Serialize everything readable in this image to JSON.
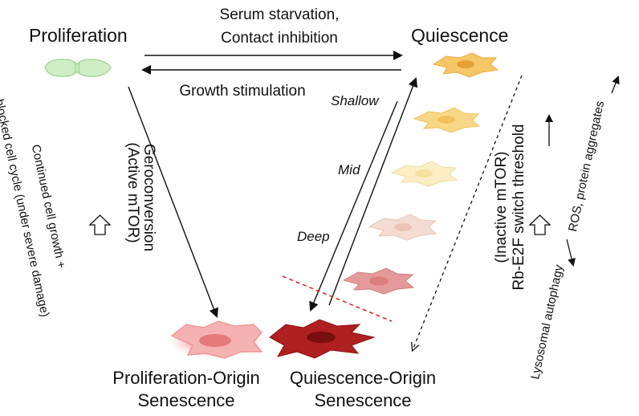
{
  "labels": {
    "proliferation": "Proliferation",
    "quiescence": "Quiescence",
    "serum_line1": "Serum starvation,",
    "serum_line2": "Contact inhibition",
    "growth": "Growth stimulation",
    "shallow": "Shallow",
    "mid": "Mid",
    "deep": "Deep",
    "active_mtor": "(Active mTOR)",
    "geroconversion": "Geroconversion",
    "continued_line1": "Continued cell growth +",
    "continued_line2": "blocked cell cycle (under severe damage)",
    "inactive_mtor": "(Inactive mTOR)",
    "rb_e2f": "Rb-E2F switch threshold",
    "lysosomal": "Lysosomal autophagy",
    "ros": "ROS, protein aggregates",
    "prolif_origin_line1": "Proliferation-Origin",
    "prolif_origin_line2": "Senescence",
    "quies_origin_line1": "Quiescence-Origin",
    "quies_origin_line2": "Senescence"
  },
  "colors": {
    "proliferating_cell": "#cfeec5",
    "quiescent_shallow": "#f5c766",
    "quiescent_mid1": "#f8d888",
    "quiescent_mid2": "#fbeec4",
    "quiescent_deep1": "#f4dcd2",
    "quiescent_deep2": "#e49a9a",
    "prolif_senescent": "#f3a9a9",
    "quies_senescent": "#b02020",
    "threshold_line": "#e02020"
  }
}
